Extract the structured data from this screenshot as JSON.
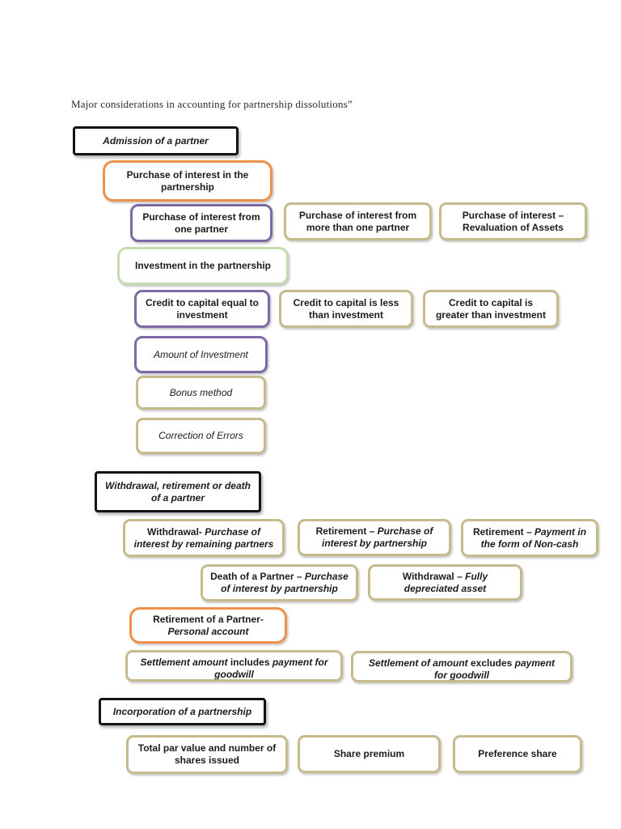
{
  "title": {
    "text": "Major considerations in accounting for partnership dissolutions”"
  },
  "colors": {
    "black": "#141414",
    "orange": "#f0914b",
    "purple": "#7d69a3",
    "green": "#c5dcae",
    "tan": "#c6bb8d",
    "page_background": "#ffffff",
    "text": "#1c1c1c"
  },
  "boxes": {
    "admission": {
      "text": "Admission of a partner"
    },
    "purchase_in_partnership": {
      "text": "Purchase of interest in the partnership"
    },
    "one_partner": {
      "text": "Purchase of interest from one partner"
    },
    "more_than_one": {
      "text": "Purchase of interest from more than one partner"
    },
    "revaluation": {
      "text": "Purchase of interest – Revaluation of Assets"
    },
    "investment_partnership": {
      "text": "Investment in the partnership"
    },
    "credit_equal": {
      "text": "Credit to capital equal to investment"
    },
    "credit_less": {
      "text": "Credit to capital is less than investment"
    },
    "credit_greater": {
      "text": "Credit to capital is greater than investment"
    },
    "amount_investment": {
      "text": "Amount of Investment"
    },
    "bonus_method": {
      "text": "Bonus method"
    },
    "correction_errors": {
      "text": "Correction of Errors"
    },
    "withdrawal_retirement_death": {
      "text": "Withdrawal, retirement or death of a partner"
    },
    "withdrawal_purchase": {
      "prefix": "Withdrawal- ",
      "emphasis": "Purchase of interest by remaining partners"
    },
    "retirement_purchase": {
      "prefix": "Retirement – ",
      "emphasis": "Purchase of interest by partnership"
    },
    "retirement_payment": {
      "prefix": "Retirement – ",
      "emphasis": "Payment in the form of Non-cash"
    },
    "death_partner": {
      "prefix": "Death of a Partner – ",
      "emphasis": "Purchase of interest by partnership"
    },
    "withdrawal_fully": {
      "prefix": "Withdrawal – ",
      "emphasis": "Fully depreciated asset"
    },
    "retirement_personal": {
      "line1": "Retirement of a Partner-",
      "line2": "Personal account"
    },
    "settlement_includes": {
      "seg1": "Settlement amount",
      "seg2": " includes ",
      "seg3": "payment for",
      "clipped_line2": "goodwill"
    },
    "settlement_excludes": {
      "seg1": "Settlement of amount",
      "seg2": " excludes ",
      "seg3": "payment",
      "clipped_line2": "for goodwill"
    },
    "incorporation": {
      "text": "Incorporation of a partnership"
    },
    "total_par": {
      "text": "Total par value and number of shares issued"
    },
    "share_premium": {
      "text": "Share premium"
    },
    "preference_share": {
      "text": "Preference share"
    }
  }
}
